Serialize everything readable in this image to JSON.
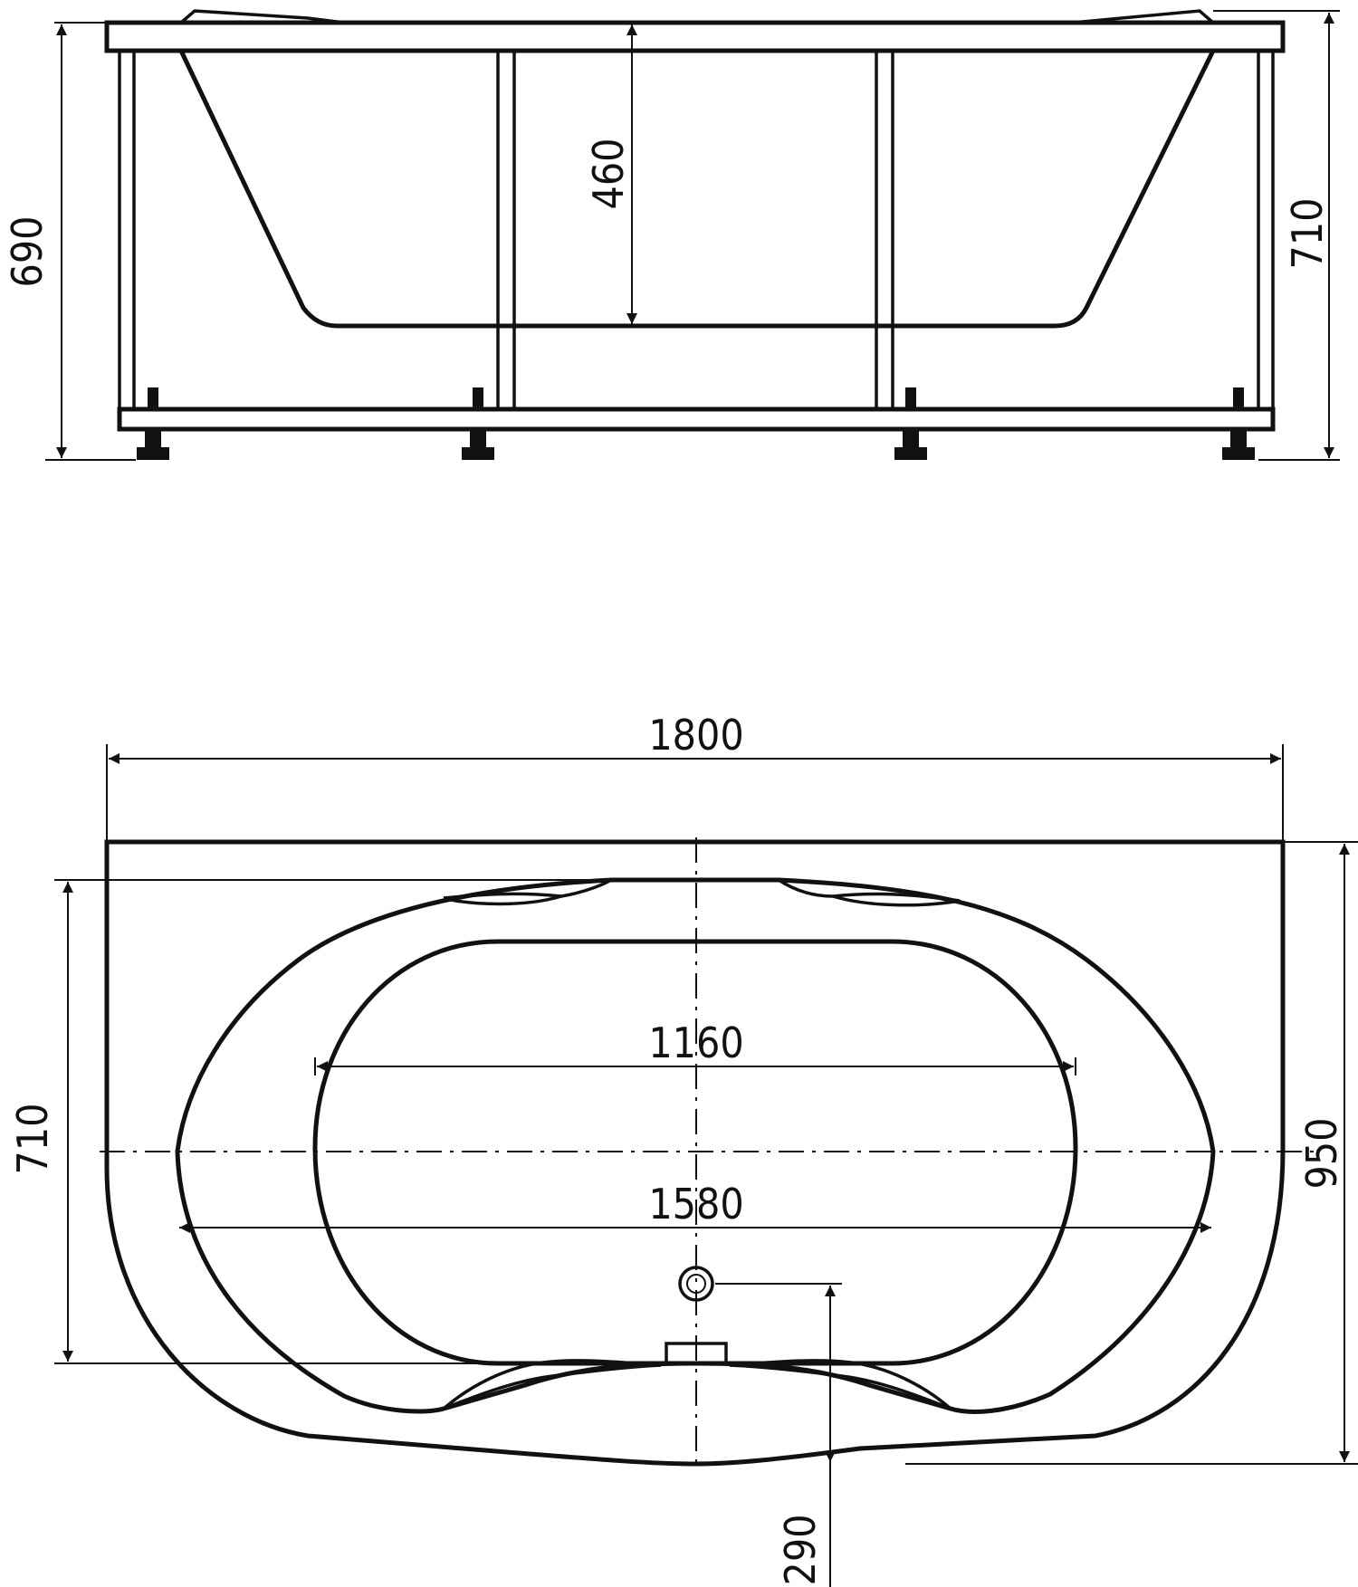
{
  "side_view": {
    "dim_overall_height_left": "690",
    "dim_overall_height_right": "710",
    "dim_depth": "460"
  },
  "top_view": {
    "dim_overall_length": "1800",
    "dim_inner_length": "1160",
    "dim_outer_bowl_length": "1580",
    "dim_bowl_width": "710",
    "dim_overall_width": "950",
    "dim_drain_offset": "290"
  }
}
